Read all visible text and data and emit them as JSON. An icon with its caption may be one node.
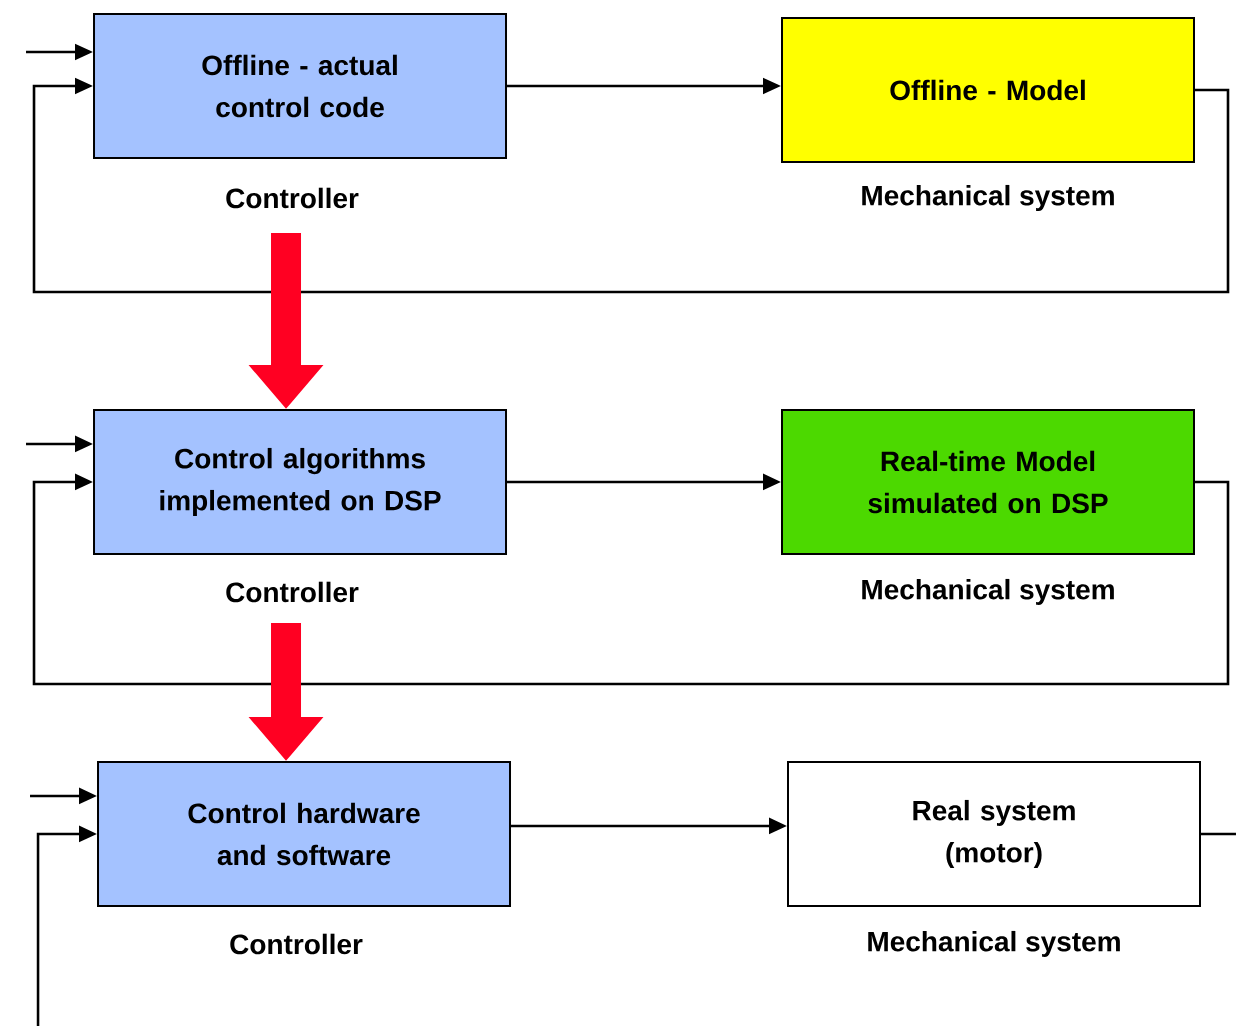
{
  "diagram": {
    "nodes": [
      {
        "text": [
          "Offline - actual control code"
        ],
        "beside": [
          "Controller"
        ]
      },
      {
        "text": [
          "Offline - Model"
        ],
        "beside": [
          "Mechanical system"
        ]
      },
      {
        "text": [
          "Control algorithms implemented on DSP"
        ],
        "beside": [
          "Controller"
        ]
      },
      {
        "text": [
          "Real-time Model simulated on DSP"
        ],
        "beside": [
          "Mechanical system"
        ]
      },
      {
        "text": [
          "Control hardware and software"
        ],
        "beside": [
          "Controller"
        ]
      },
      {
        "text": [
          "Real system (motor)"
        ],
        "beside": [
          "Mechanical system"
        ]
      }
    ],
    "edges": [
      {
        "from": null,
        "to": 0,
        "arrow": "to"
      },
      {
        "from": 0,
        "to": 1,
        "arrow": "to"
      },
      {
        "from": 1,
        "to": 0,
        "arrow": "to"
      },
      {
        "from": 0,
        "to": 2,
        "arrow": "to",
        "style": "thick",
        "color": "#ff0022"
      },
      {
        "from": null,
        "to": 2,
        "arrow": "to"
      },
      {
        "from": 2,
        "to": 3,
        "arrow": "to"
      },
      {
        "from": 3,
        "to": 2,
        "arrow": "to"
      },
      {
        "from": 2,
        "to": 4,
        "arrow": "to",
        "style": "thick",
        "color": "#ff0022"
      },
      {
        "from": null,
        "to": 4,
        "arrow": "to"
      },
      {
        "from": 4,
        "to": 5,
        "arrow": "to"
      },
      {
        "from": 5,
        "to": null,
        "arrow": "none"
      },
      {
        "from": null,
        "to": 4,
        "arrow": "to"
      }
    ]
  }
}
